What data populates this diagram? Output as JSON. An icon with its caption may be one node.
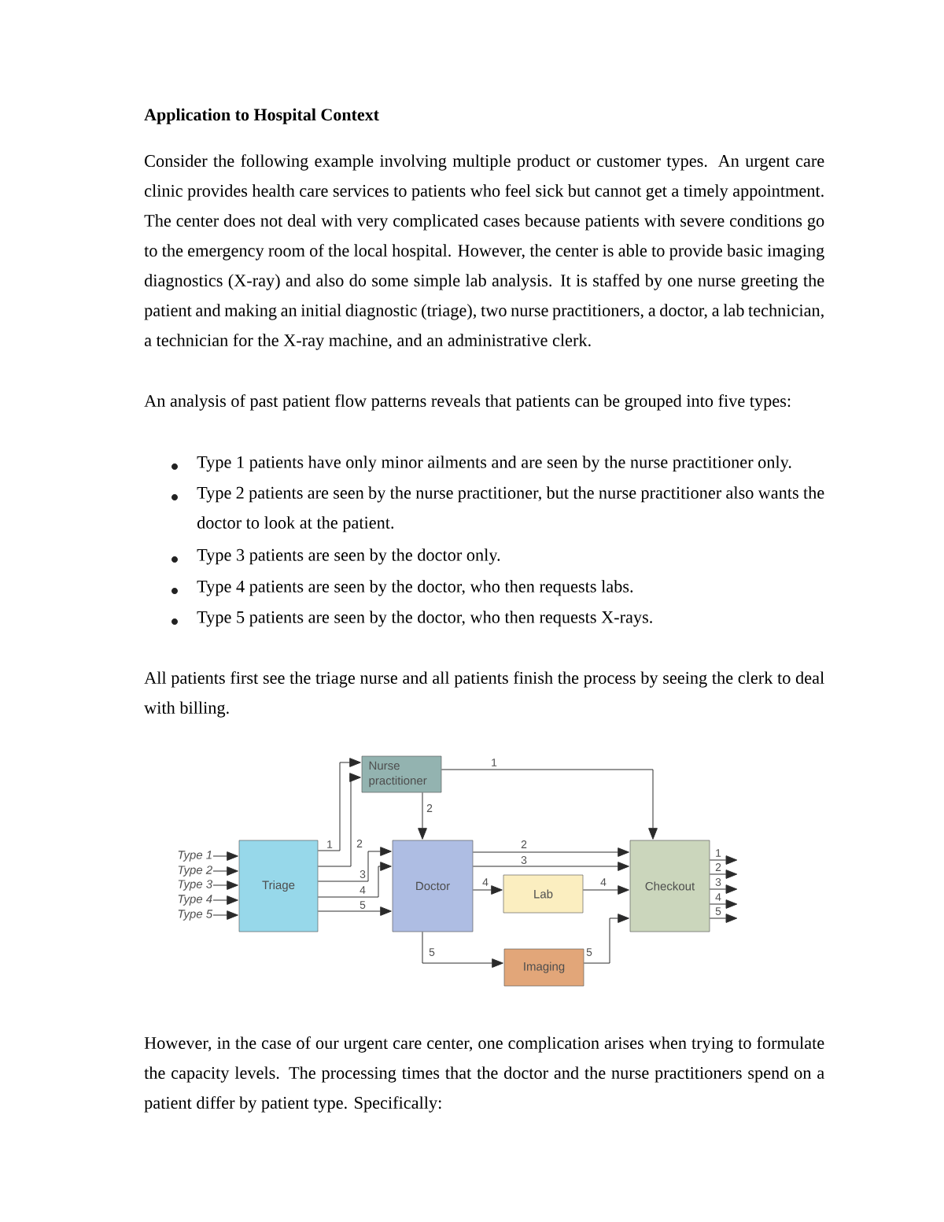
{
  "diagram": {
    "title": "Application to Hospital Context",
    "nodes": [
      {
        "text": [
          "Nurse practitioner"
        ]
      },
      {
        "text": [
          "Triage"
        ]
      },
      {
        "text": [
          "Doctor"
        ]
      },
      {
        "text": [
          "Lab"
        ]
      },
      {
        "text": [
          "Checkout"
        ]
      },
      {
        "text": [
          "Imaging"
        ]
      },
      {
        "text": [
          "Type 1"
        ]
      },
      {
        "text": [
          "Type 2"
        ]
      },
      {
        "text": [
          "Type 3"
        ]
      },
      {
        "text": [
          "Type 4"
        ]
      },
      {
        "text": [
          "Type 5"
        ]
      }
    ],
    "edges": [
      {
        "from": 6,
        "to": 1,
        "arrow": "to"
      },
      {
        "from": 7,
        "to": 1,
        "arrow": "to"
      },
      {
        "from": 8,
        "to": 1,
        "arrow": "to"
      },
      {
        "from": 9,
        "to": 1,
        "arrow": "to"
      },
      {
        "from": 10,
        "to": 1,
        "arrow": "to"
      },
      {
        "from": 1,
        "to": 0,
        "arrow": "to",
        "label": "1"
      },
      {
        "from": 1,
        "to": 0,
        "arrow": "to",
        "label": "2"
      },
      {
        "from": 1,
        "to": 2,
        "arrow": "to",
        "label": "3"
      },
      {
        "from": 1,
        "to": 2,
        "arrow": "to",
        "label": "4"
      },
      {
        "from": 1,
        "to": 2,
        "arrow": "to",
        "label": "5"
      },
      {
        "from": 0,
        "to": 4,
        "arrow": "to",
        "label": "1"
      },
      {
        "from": 0,
        "to": 2,
        "arrow": "to",
        "label": "2"
      },
      {
        "from": 2,
        "to": 4,
        "arrow": "to",
        "label": "2"
      },
      {
        "from": 2,
        "to": 4,
        "arrow": "to",
        "label": "3"
      },
      {
        "from": 2,
        "to": 3,
        "arrow": "to",
        "label": "4"
      },
      {
        "from": 3,
        "to": 4,
        "arrow": "to",
        "label": "4"
      },
      {
        "from": 2,
        "to": 5,
        "arrow": "to",
        "label": "5"
      },
      {
        "from": 5,
        "to": 4,
        "arrow": "to",
        "label": "5"
      },
      {
        "from": 4,
        "to": null,
        "arrow": "to",
        "label": "1"
      },
      {
        "from": 4,
        "to": null,
        "arrow": "to",
        "label": "2"
      },
      {
        "from": 4,
        "to": null,
        "arrow": "to",
        "label": "3"
      },
      {
        "from": 4,
        "to": null,
        "arrow": "to",
        "label": "4"
      },
      {
        "from": 4,
        "to": null,
        "arrow": "to",
        "label": "5"
      }
    ],
    "labels": [
      "Consider the following example involving multiple product or customer types. An urgent care clinic provides health care services to patients who feel sick but cannot get a timely appointment. The center does not deal with very complicated cases because patients with severe conditions go to the emergency room of the local hospital. However, the center is able to provide basic imaging diagnostics (X-ray) and also do some simple lab analysis. It is staffed by one nurse greeting the patient and making an initial diagnostic (triage), two nurse practitioners, a doctor, a lab technician, a technician for the X-ray machine, and an administrative clerk.",
      "An analysis of past patient flow patterns reveals that patients can be grouped into five types:",
      "Type 1 patients have only minor ailments and are seen by the nurse practitioner only.",
      "Type 2 patients are seen by the nurse practitioner, but the nurse practitioner also wants the doctor to look at the patient.",
      "Type 3 patients are seen by the doctor only.",
      "Type 4 patients are seen by the doctor, who then requests labs.",
      "Type 5 patients are seen by the doctor, who then requests X-rays.",
      "All patients first see the triage nurse and all patients finish the process by seeing the clerk to deal with billing.",
      "However, in the case of our urgent care center, one complication arises when trying to formulate the capacity levels. The processing times that the doctor and the nurse practitioners spend on a patient differ by patient type. Specifically:"
    ]
  }
}
